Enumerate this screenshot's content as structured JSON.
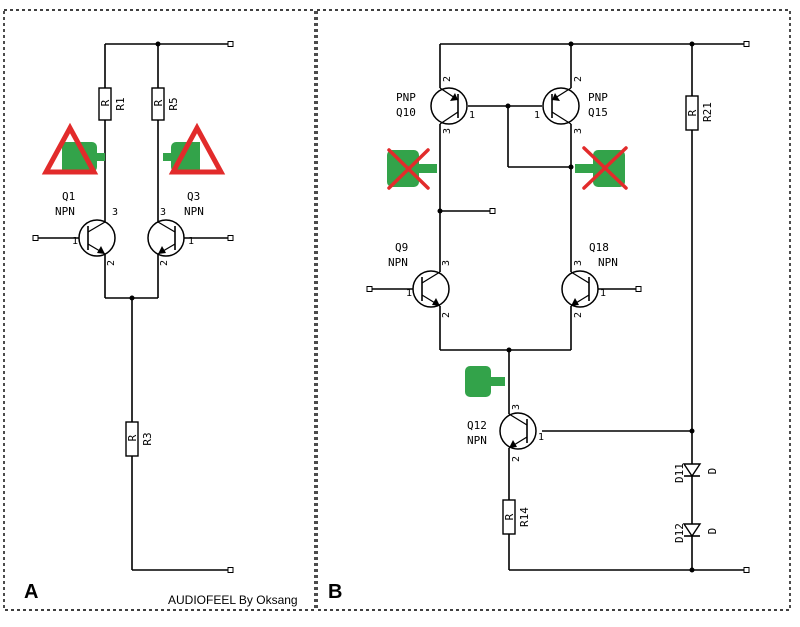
{
  "panels": {
    "a_label": "A",
    "b_label": "B",
    "credit": "AUDIOFEEL By Oksang"
  },
  "resistors": {
    "r1": {
      "type": "R",
      "name": "R1"
    },
    "r5": {
      "type": "R",
      "name": "R5"
    },
    "r3": {
      "type": "R",
      "name": "R3"
    },
    "r21": {
      "type": "R",
      "name": "R21"
    },
    "r14": {
      "type": "R",
      "name": "R14"
    }
  },
  "transistors": {
    "q1": {
      "name": "Q1",
      "type": "NPN"
    },
    "q3": {
      "name": "Q3",
      "type": "NPN"
    },
    "q10": {
      "name": "Q10",
      "type": "PNP"
    },
    "q15": {
      "name": "Q15",
      "type": "PNP"
    },
    "q9": {
      "name": "Q9",
      "type": "NPN"
    },
    "q18": {
      "name": "Q18",
      "type": "NPN"
    },
    "q12": {
      "name": "Q12",
      "type": "NPN"
    }
  },
  "diodes": {
    "d11": {
      "name": "D11",
      "type": "D"
    },
    "d12": {
      "name": "D12",
      "type": "D"
    }
  },
  "pins": {
    "one": "1",
    "two": "2",
    "three": "3"
  },
  "markers": {
    "warning_color": "#e22b2b",
    "probe_color": "#33a34a",
    "warning_icon": "warning-triangle-icon",
    "cross_icon": "x-cross-icon"
  }
}
